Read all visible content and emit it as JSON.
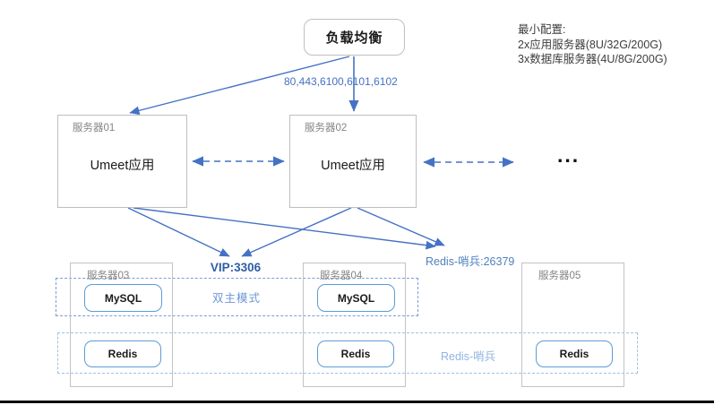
{
  "diagram": {
    "title_node": "负载均衡",
    "config_note": {
      "line1": "最小配置:",
      "line2": "2x应用服务器(8U/32G/200G)",
      "line3": "3x数据库服务器(4U/8G/200G)"
    },
    "ports_label": "80,443,6100,6101,6102",
    "ellipsis": "...",
    "app_servers": [
      {
        "name": "服务器01",
        "app": "Umeet应用"
      },
      {
        "name": "服务器02",
        "app": "Umeet应用"
      }
    ],
    "db_servers": [
      {
        "name": "服务器03",
        "components": [
          "MySQL",
          "Redis"
        ]
      },
      {
        "name": "服务器04",
        "components": [
          "MySQL",
          "Redis"
        ]
      },
      {
        "name": "服务器05",
        "components": [
          "Redis"
        ]
      }
    ],
    "labels": {
      "vip": "VIP:3306",
      "redis_sentinel_port": "Redis-哨兵:26379",
      "dual_master": "双主模式",
      "redis_sentinel": "Redis-哨兵"
    },
    "colors": {
      "arrow_blue": "#4472C4",
      "vip_blue": "#2E5DA6",
      "sentinel_blue": "#4F81BD",
      "dual_master_blue": "#6E96D4",
      "sentinel_light_blue": "#8FB4E3",
      "mysql_group_dash": "#7C9CD6",
      "redis_group_dash": "#9DC3E6",
      "component_border": "#5B9BD5",
      "server_border_gray": "#BFBFBF",
      "server_label_gray": "#848484"
    }
  }
}
